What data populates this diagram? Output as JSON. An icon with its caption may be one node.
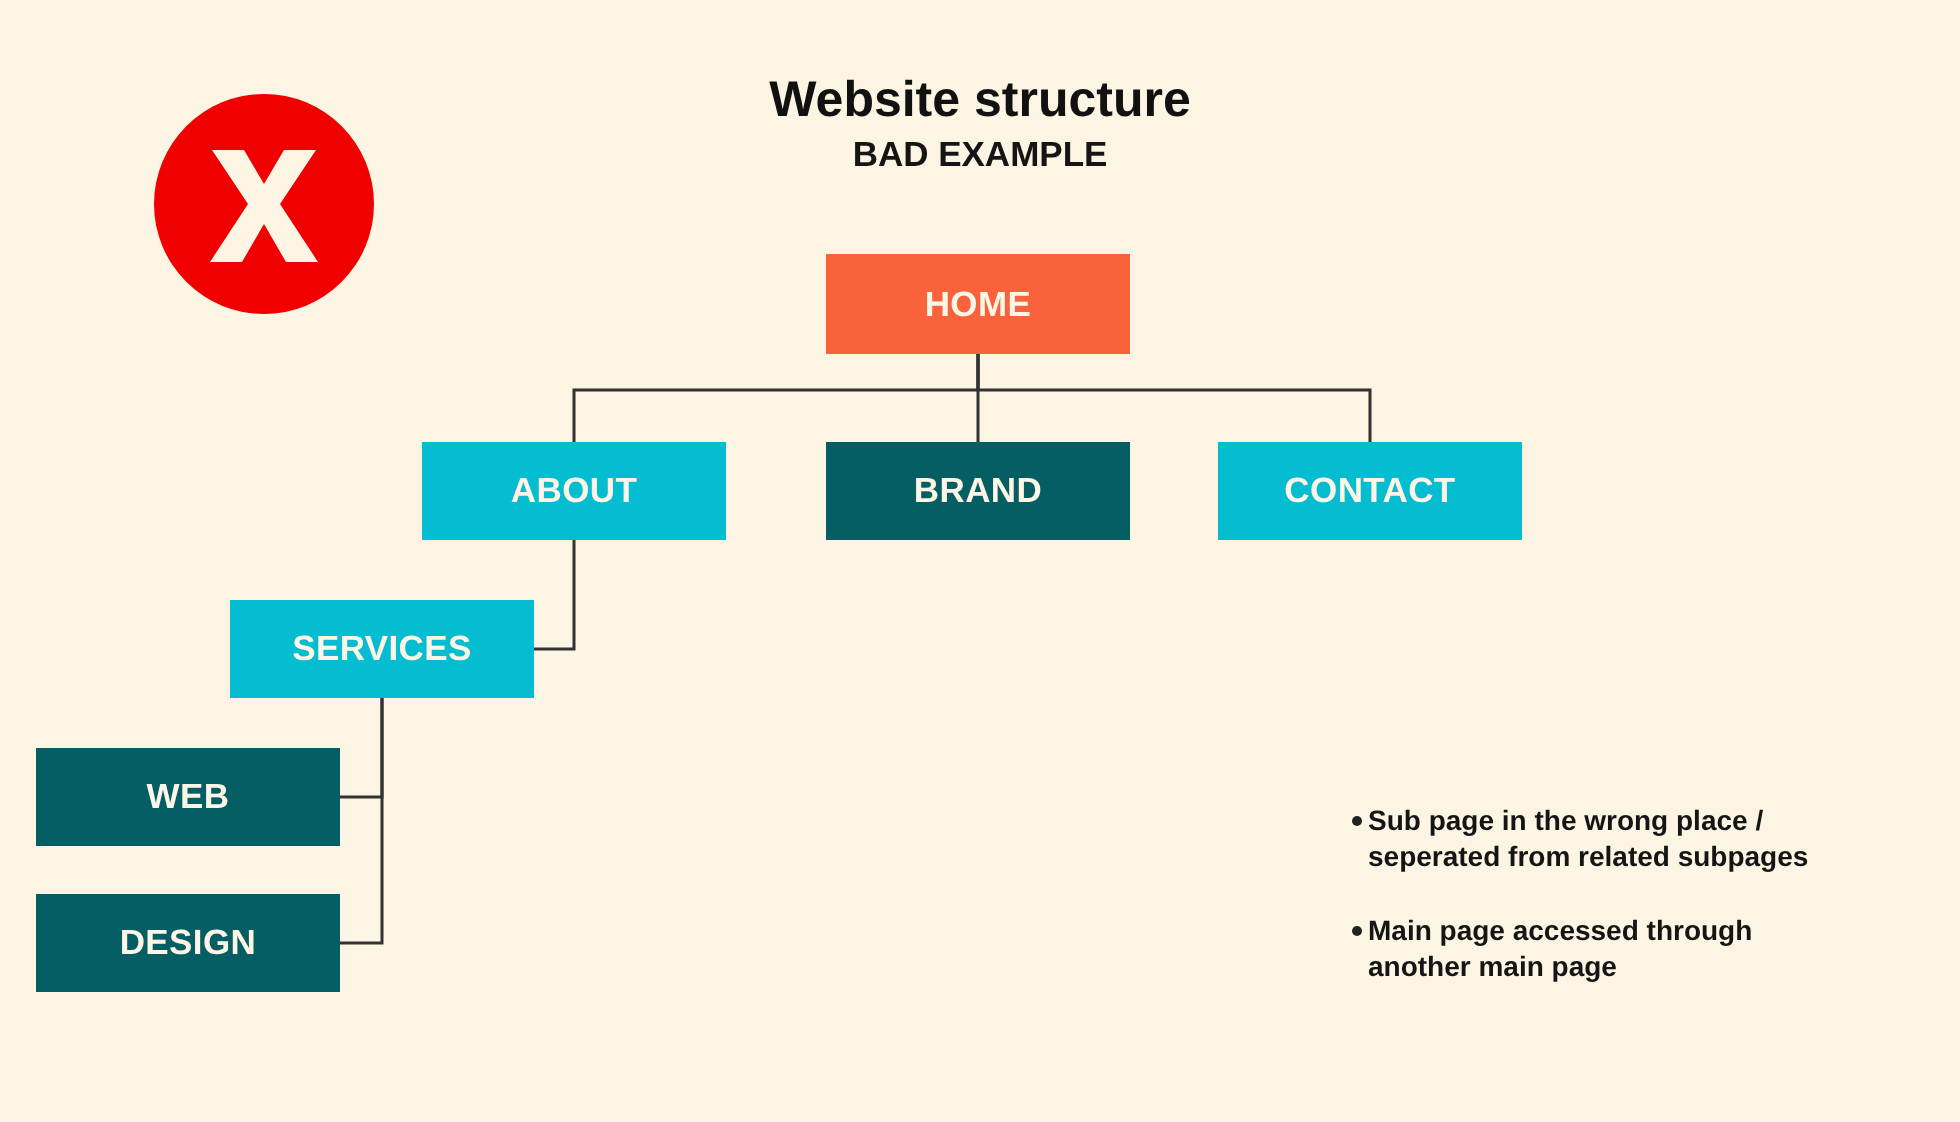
{
  "diagram": {
    "title": "Website structure",
    "nodes": [
      {
        "text": [
          "HOME"
        ]
      },
      {
        "text": [
          "ABOUT"
        ]
      },
      {
        "text": [
          "BRAND"
        ]
      },
      {
        "text": [
          "CONTACT"
        ]
      },
      {
        "text": [
          "SERVICES"
        ]
      },
      {
        "text": [
          "WEB"
        ]
      },
      {
        "text": [
          "DESIGN"
        ]
      }
    ],
    "edges": [
      {
        "from": 0,
        "to": 1,
        "arrow": "none"
      },
      {
        "from": 0,
        "to": 2,
        "arrow": "none"
      },
      {
        "from": 0,
        "to": 3,
        "arrow": "none"
      },
      {
        "from": 1,
        "to": 4,
        "arrow": "none"
      },
      {
        "from": 4,
        "to": 5,
        "arrow": "none"
      },
      {
        "from": 4,
        "to": 6,
        "arrow": "none"
      }
    ],
    "labels": [
      "BAD EXAMPLE",
      "Sub page in the wrong place / seperated from related subpages",
      "Main page accessed through another main page"
    ]
  }
}
